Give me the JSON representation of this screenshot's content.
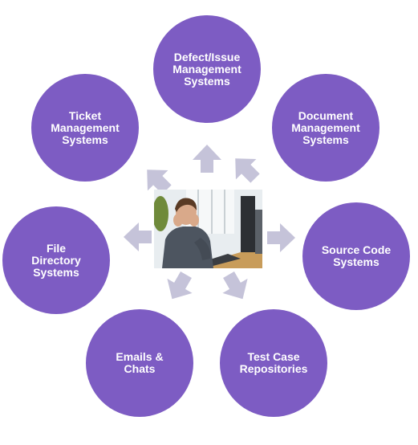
{
  "diagram": {
    "nodes": [
      {
        "id": "defect",
        "label": "Defect/Issue\nManagement\nSystems"
      },
      {
        "id": "document",
        "label": "Document\nManagement\nSystems"
      },
      {
        "id": "source",
        "label": "Source Code\nSystems"
      },
      {
        "id": "test",
        "label": "Test Case\nRepositories"
      },
      {
        "id": "email",
        "label": "Emails &\nChats"
      },
      {
        "id": "file",
        "label": "File\nDirectory\nSystems"
      },
      {
        "id": "ticket",
        "label": "Ticket\nManagement\nSystems"
      }
    ],
    "center_image": "frustrated-person-at-computer",
    "colors": {
      "node_fill": "#7d5cc3",
      "node_text": "#ffffff",
      "arrow_fill": "#c5c3d9"
    }
  }
}
